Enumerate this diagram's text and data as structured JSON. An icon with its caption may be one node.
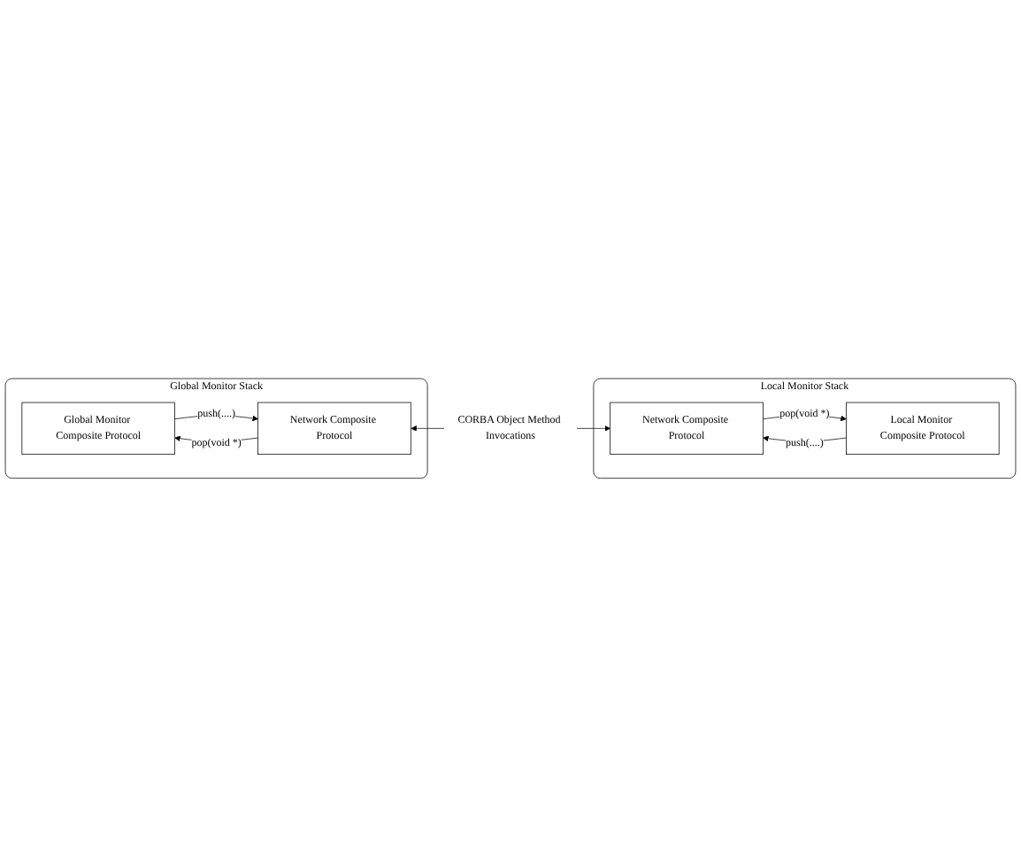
{
  "diagram": {
    "nodes": [
      {
        "text": [
          "Global Monitor Stack"
        ]
      },
      {
        "text": [
          "Global Monitor Composite Protocol"
        ],
        "in": 0
      },
      {
        "text": [
          "Network Composite Protocol"
        ],
        "in": 0
      },
      {
        "text": [
          "Local Monitor Stack"
        ]
      },
      {
        "text": [
          "Local Monitor Composite Protocol"
        ],
        "in": 3
      },
      {
        "text": [
          "Network Composite Protocol"
        ],
        "in": 3
      }
    ],
    "edges": [
      {
        "from": 1,
        "to": 2,
        "label": "push(....)",
        "arrow": "to"
      },
      {
        "from": 2,
        "to": 1,
        "label": "pop(void *)",
        "arrow": "to"
      },
      {
        "from": 4,
        "to": 5,
        "label": "push(....)",
        "arrow": "to"
      },
      {
        "from": 5,
        "to": 4,
        "label": "pop(void *)",
        "arrow": "to"
      },
      {
        "from": 2,
        "to": 5,
        "label": "CORBA Object Method Invocations",
        "arrow": "both"
      }
    ]
  }
}
